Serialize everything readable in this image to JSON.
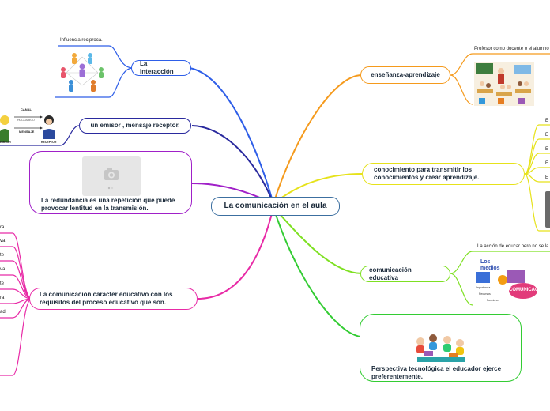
{
  "central": {
    "label": "La comunicación en el aula"
  },
  "left": {
    "interaccion": {
      "label": "La interacción",
      "note": "Influencia reciproca."
    },
    "emisor": {
      "label": "un emisor , mensaje receptor.",
      "canal": "CANAL",
      "mensaje": "MENSAJE",
      "receptor": "RECEPTOR",
      "emisor_tag": "EMISOR",
      "note_small": "HOLA AMIGO"
    },
    "redundancia": {
      "label": "La redundancia es una repetición que puede provocar lentitud en la transmisión."
    },
    "caracter": {
      "label": "La comunicación carácter educativo con los requisitos del proceso educativo que son.",
      "subitems": [
        "ra",
        "va",
        "te",
        "va",
        "te",
        "ra",
        "ad"
      ]
    }
  },
  "right": {
    "ensenanza": {
      "label": "enseñanza-aprendizaje",
      "note": "Profesor como docente o el alumno"
    },
    "conocimiento": {
      "label": "conocimiento para transmitir los conocimientos y crear aprendizaje.",
      "subitems": [
        "E",
        "E",
        "E",
        "E",
        "E"
      ]
    },
    "educativa": {
      "label": "comunicación educativa",
      "note": "La acción de educar pero no se la",
      "img_title": "Los medios",
      "img_word": "COMUNICACIÓN",
      "img_tags": [
        "Importancia",
        "Recursos",
        "Funciones"
      ]
    },
    "perspectiva": {
      "label": "Perspectiva tecnológica el educador ejerce preferentemente."
    }
  },
  "colors": {
    "blue": "#2e5ee8",
    "navy": "#2a2a9e",
    "purple": "#a020c8",
    "magenta": "#e82aa6",
    "orange": "#f59a1c",
    "yellow": "#e6e21a",
    "lime": "#7ee022",
    "green": "#33cc33",
    "center_border": "#3c6fa0"
  }
}
